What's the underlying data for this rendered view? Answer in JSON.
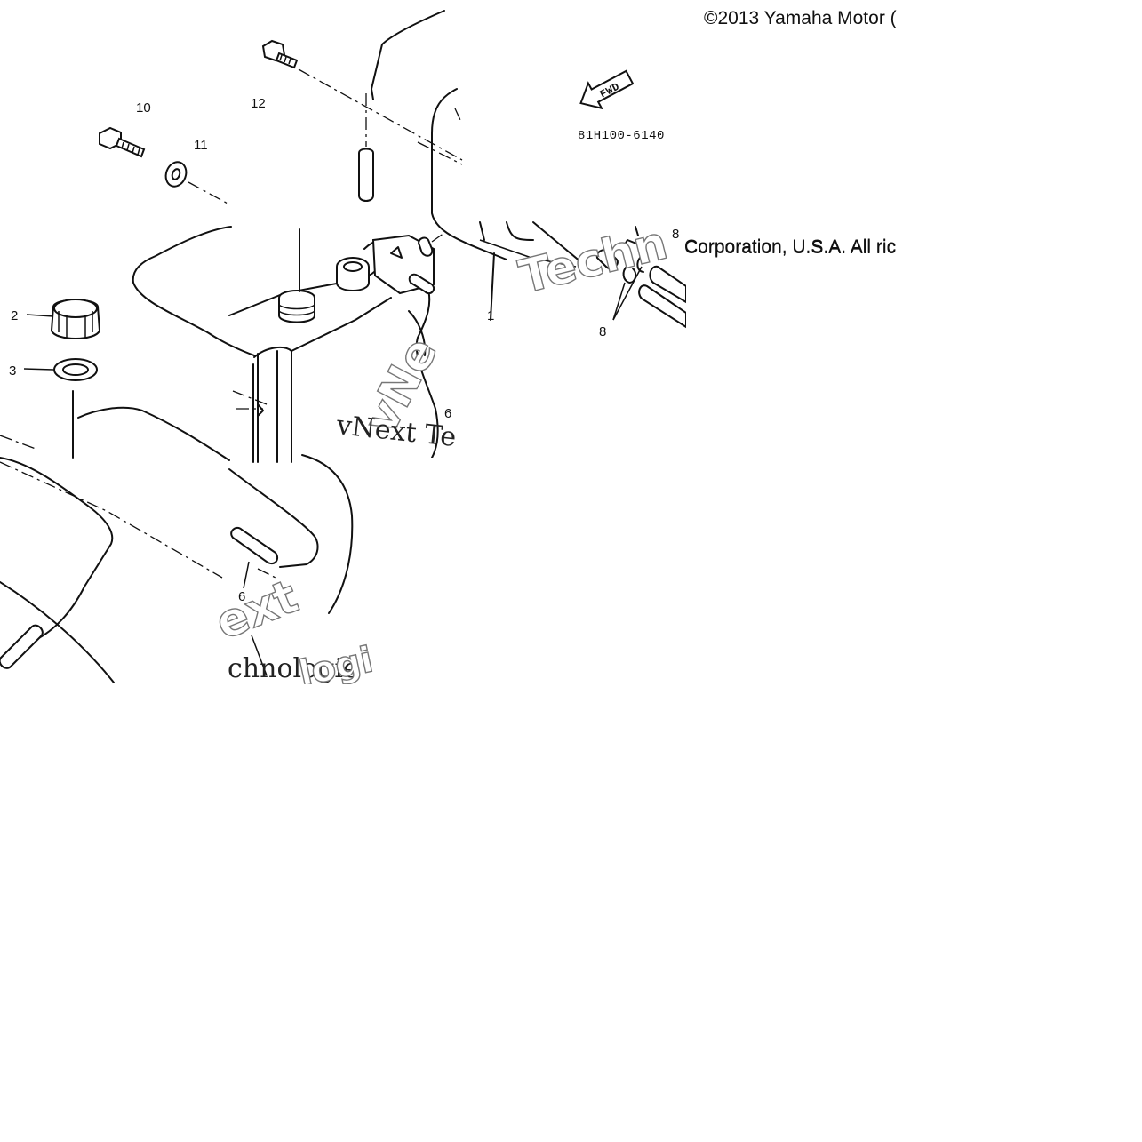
{
  "copyright": {
    "line1": "©2013 Yamaha Motor (",
    "line2": "Corporation, U.S.A. All ric"
  },
  "diagram_code": "81H100-6140",
  "fwd_label": "FWD",
  "watermarks": {
    "tech": "Techn",
    "vnext_diag": "vNe",
    "vnext_line": "vNext Te",
    "next_frag": "ext",
    "chnologie": "chnologie",
    "logie_frag": "logie"
  },
  "callouts": {
    "c1": "1",
    "c2": "2",
    "c3": "3",
    "c6a": "6",
    "c6b": "6",
    "c8a": "8",
    "c8b": "8",
    "c10": "10",
    "c11": "11",
    "c12": "12"
  }
}
